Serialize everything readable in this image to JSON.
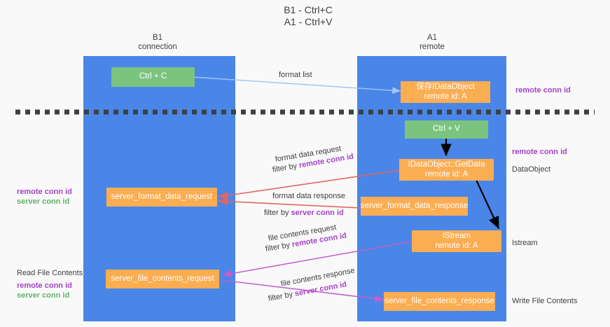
{
  "title": "B1 - Ctrl+C\nA1 - Ctrl+V",
  "colors": {
    "panel": "#4a86e8",
    "box_orange": "#fbad52",
    "box_green": "#7bc47f",
    "accent_purple": "#a442c8",
    "accent_green": "#63b36a",
    "arrow_blue": "#9fc5f8",
    "arrow_red": "#e06666",
    "arrow_magenta": "#c45ecb",
    "arrow_black": "#000000",
    "background": "#f9f9f9"
  },
  "columns": [
    {
      "name": "left",
      "heading": "B1\nconnection"
    },
    {
      "name": "right",
      "heading": "A1\nremote"
    }
  ],
  "boxes": [
    {
      "id": "ctrl-c",
      "label": "Ctrl + C",
      "color": "green"
    },
    {
      "id": "save-idataobject",
      "label": "保存IDataObject",
      "sublabel": "remote id: A",
      "color": "orange"
    },
    {
      "id": "ctrl-v",
      "label": "Ctrl + V",
      "color": "green"
    },
    {
      "id": "getdata",
      "label": "IDataObject::GetData",
      "sublabel": "remote id: A",
      "color": "orange"
    },
    {
      "id": "server-format-data-request",
      "label": "server_format_data_request",
      "color": "orange"
    },
    {
      "id": "server-format-data-response",
      "label": "server_format_data_response",
      "color": "orange"
    },
    {
      "id": "istream",
      "label": "IStream",
      "sublabel": "remote id: A",
      "color": "orange"
    },
    {
      "id": "server-file-contents-request",
      "label": "server_file_contents_request",
      "color": "orange"
    },
    {
      "id": "server-file-contents-response",
      "label": "server_file_contents_response",
      "color": "orange"
    }
  ],
  "arrow_labels": {
    "format_list": "format list",
    "format_data_request": "format data request",
    "format_data_request_filter_prefix": "filter by ",
    "format_data_request_filter_value": "remote conn id",
    "format_data_response": "format data response",
    "format_data_response_filter_prefix": "filter by ",
    "format_data_response_filter_value": "server conn id",
    "file_contents_request": "file contents request",
    "file_contents_request_filter_prefix": "filter by ",
    "file_contents_request_filter_value": "remote conn id",
    "file_contents_response": "file contents response",
    "file_contents_response_filter_prefix": "filter by ",
    "file_contents_response_filter_value": "server conn id"
  },
  "right_annotations": [
    {
      "id": "remote-conn-id-top",
      "text": "remote conn id",
      "style": "purple"
    },
    {
      "id": "remote-conn-id-mid",
      "text": "remote conn id",
      "style": "purple"
    },
    {
      "id": "dataobject",
      "text": "DataObject",
      "style": "plain"
    },
    {
      "id": "istream-note",
      "text": "Istream",
      "style": "plain"
    },
    {
      "id": "write-file-contents",
      "text": "Write File Contents",
      "style": "plain"
    }
  ],
  "left_annotations": [
    {
      "id": "left-remote-conn-id-1",
      "text": "remote conn id",
      "style": "purple"
    },
    {
      "id": "left-server-conn-id-1",
      "text": "server conn id",
      "style": "green"
    },
    {
      "id": "read-file-contents",
      "text": "Read File Contents",
      "style": "plain"
    },
    {
      "id": "left-remote-conn-id-2",
      "text": "remote conn id",
      "style": "purple"
    },
    {
      "id": "left-server-conn-id-2",
      "text": "server conn id",
      "style": "green"
    }
  ]
}
